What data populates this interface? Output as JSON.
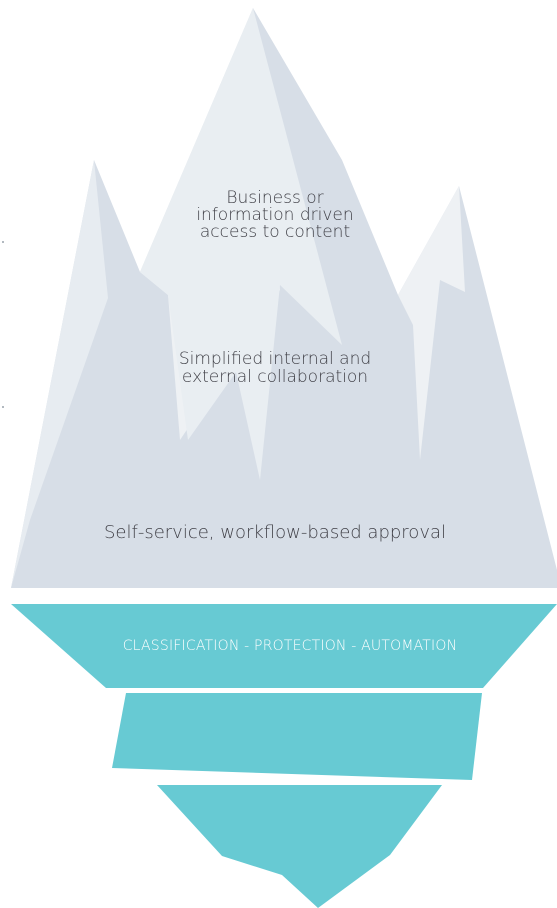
{
  "diagram": {
    "colors": {
      "ice_light": "#eef1f4",
      "ice_shadow": "#d7dee7",
      "water_layer": "#67cad3"
    },
    "above_water": {
      "top_label": "Business or information driven access to content",
      "middle_label": "Simplified internal and external collaboration",
      "lower_label": "Self-service, workflow-based approval"
    },
    "below_water": {
      "layer_1_label": "CLASSIFICATION - PROTECTION - AUTOMATION",
      "layer_2_label": "",
      "layer_3_label": ""
    }
  }
}
